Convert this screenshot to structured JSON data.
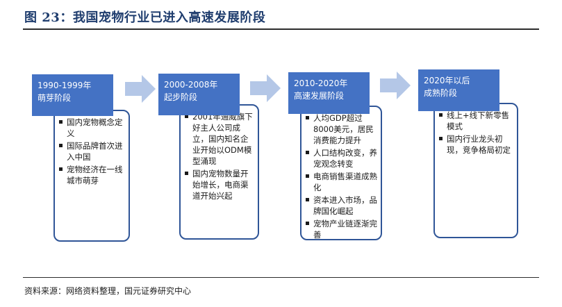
{
  "title": "图 23：我国宠物行业已进入高速发展阶段",
  "source": "资料来源：网络资料整理，国元证券研究中心",
  "stages": [
    {
      "years": "1990-1999年",
      "name": "萌芽阶段",
      "points": [
        "国内宠物概念定义",
        "国际品牌首次进入中国",
        "宠物经济在一线城市萌芽"
      ]
    },
    {
      "years": "2000-2008年",
      "name": "起步阶段",
      "points": [
        "2001年通威旗下好主人公司成立，国内知名企业开始以ODM模型涌现",
        "国内宠物数量开始增长，电商渠道开始兴起"
      ]
    },
    {
      "years": "2010-2020年",
      "name": "高速发展阶段",
      "points": [
        "人均GDP超过8000美元，居民消费能力提升",
        "人口结构改变，养宠观念转变",
        "电商销售渠道成熟化",
        "资本进入市场，品牌国化崛起",
        "宠物产业链逐渐完善"
      ]
    },
    {
      "years": "2020年以后",
      "name": "成熟阶段",
      "points": [
        "线上+线下新零售模式",
        "国内行业龙头初现，竞争格局初定"
      ]
    }
  ],
  "colors": {
    "head": "#4472c4",
    "border": "#2f5597",
    "arrow": "#b4c7e7",
    "title": "#1f3d6e"
  }
}
